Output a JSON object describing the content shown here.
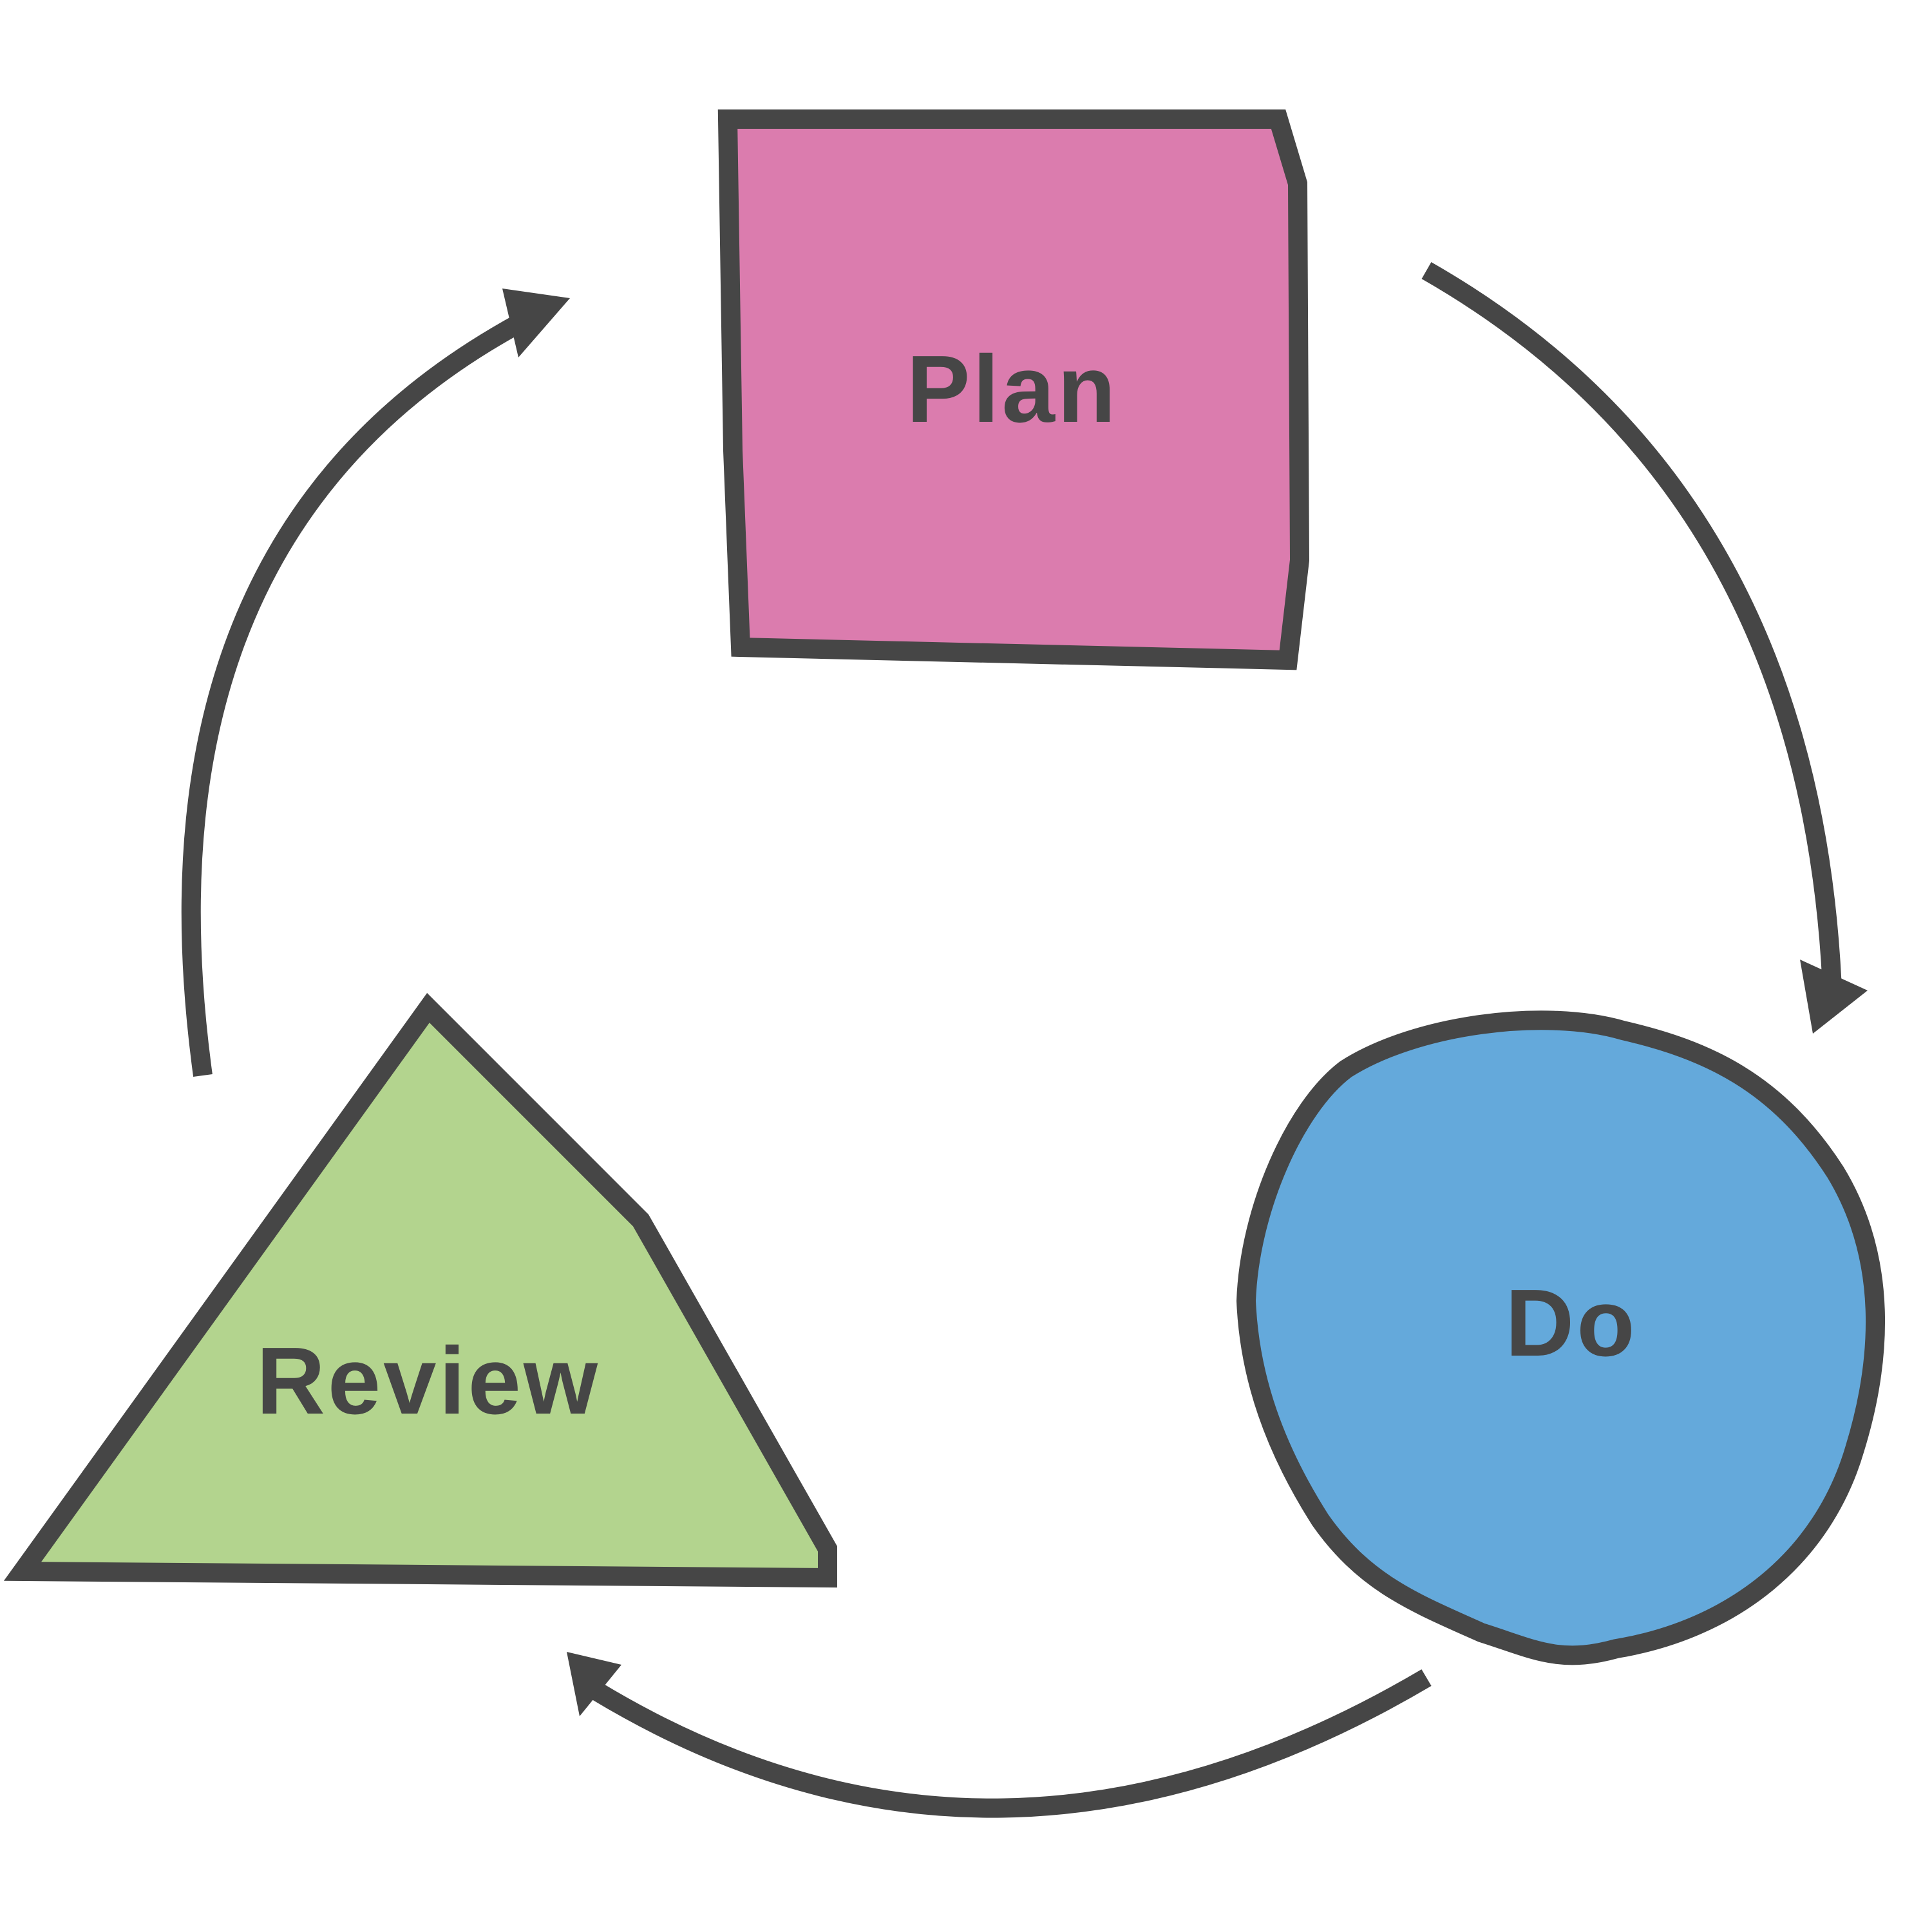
{
  "diagram": {
    "type": "cycle",
    "nodes": [
      {
        "id": "plan",
        "label": "Plan",
        "shape": "square",
        "fill": "#DB7CAE"
      },
      {
        "id": "do",
        "label": "Do",
        "shape": "circle",
        "fill": "#64A9DB"
      },
      {
        "id": "review",
        "label": "Review",
        "shape": "triangle",
        "fill": "#B3D48E"
      }
    ],
    "edges": [
      {
        "from": "plan",
        "to": "do"
      },
      {
        "from": "do",
        "to": "review"
      },
      {
        "from": "review",
        "to": "plan"
      }
    ]
  },
  "colors": {
    "stroke": "#464646",
    "background": "#FFFFFF"
  }
}
